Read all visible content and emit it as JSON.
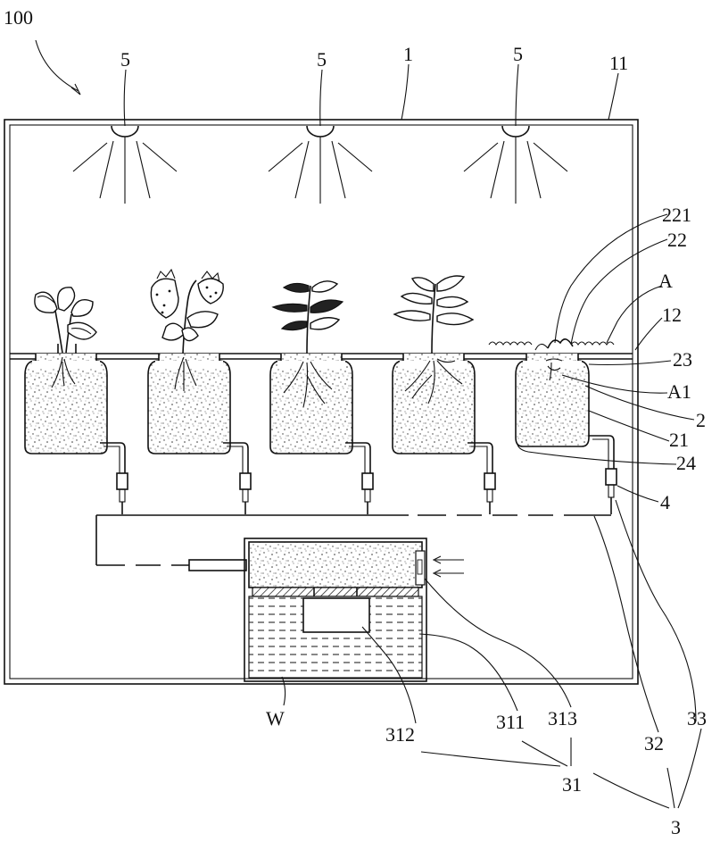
{
  "figure": {
    "system_label": "100",
    "labels": {
      "housing": "1",
      "space": "11",
      "partition": "12",
      "light_1": "5",
      "light_2": "5",
      "light_3": "5",
      "ref_221": "221",
      "ref_22": "22",
      "ref_A": "A",
      "ref_23": "23",
      "ref_A1": "A1",
      "ref_2": "2",
      "ref_21": "21",
      "ref_24": "24",
      "ref_4": "4",
      "ref_W": "W",
      "ref_312": "312",
      "ref_311": "311",
      "ref_313": "313",
      "ref_32": "32",
      "ref_33": "33",
      "ref_31": "31",
      "ref_3": "3"
    }
  }
}
